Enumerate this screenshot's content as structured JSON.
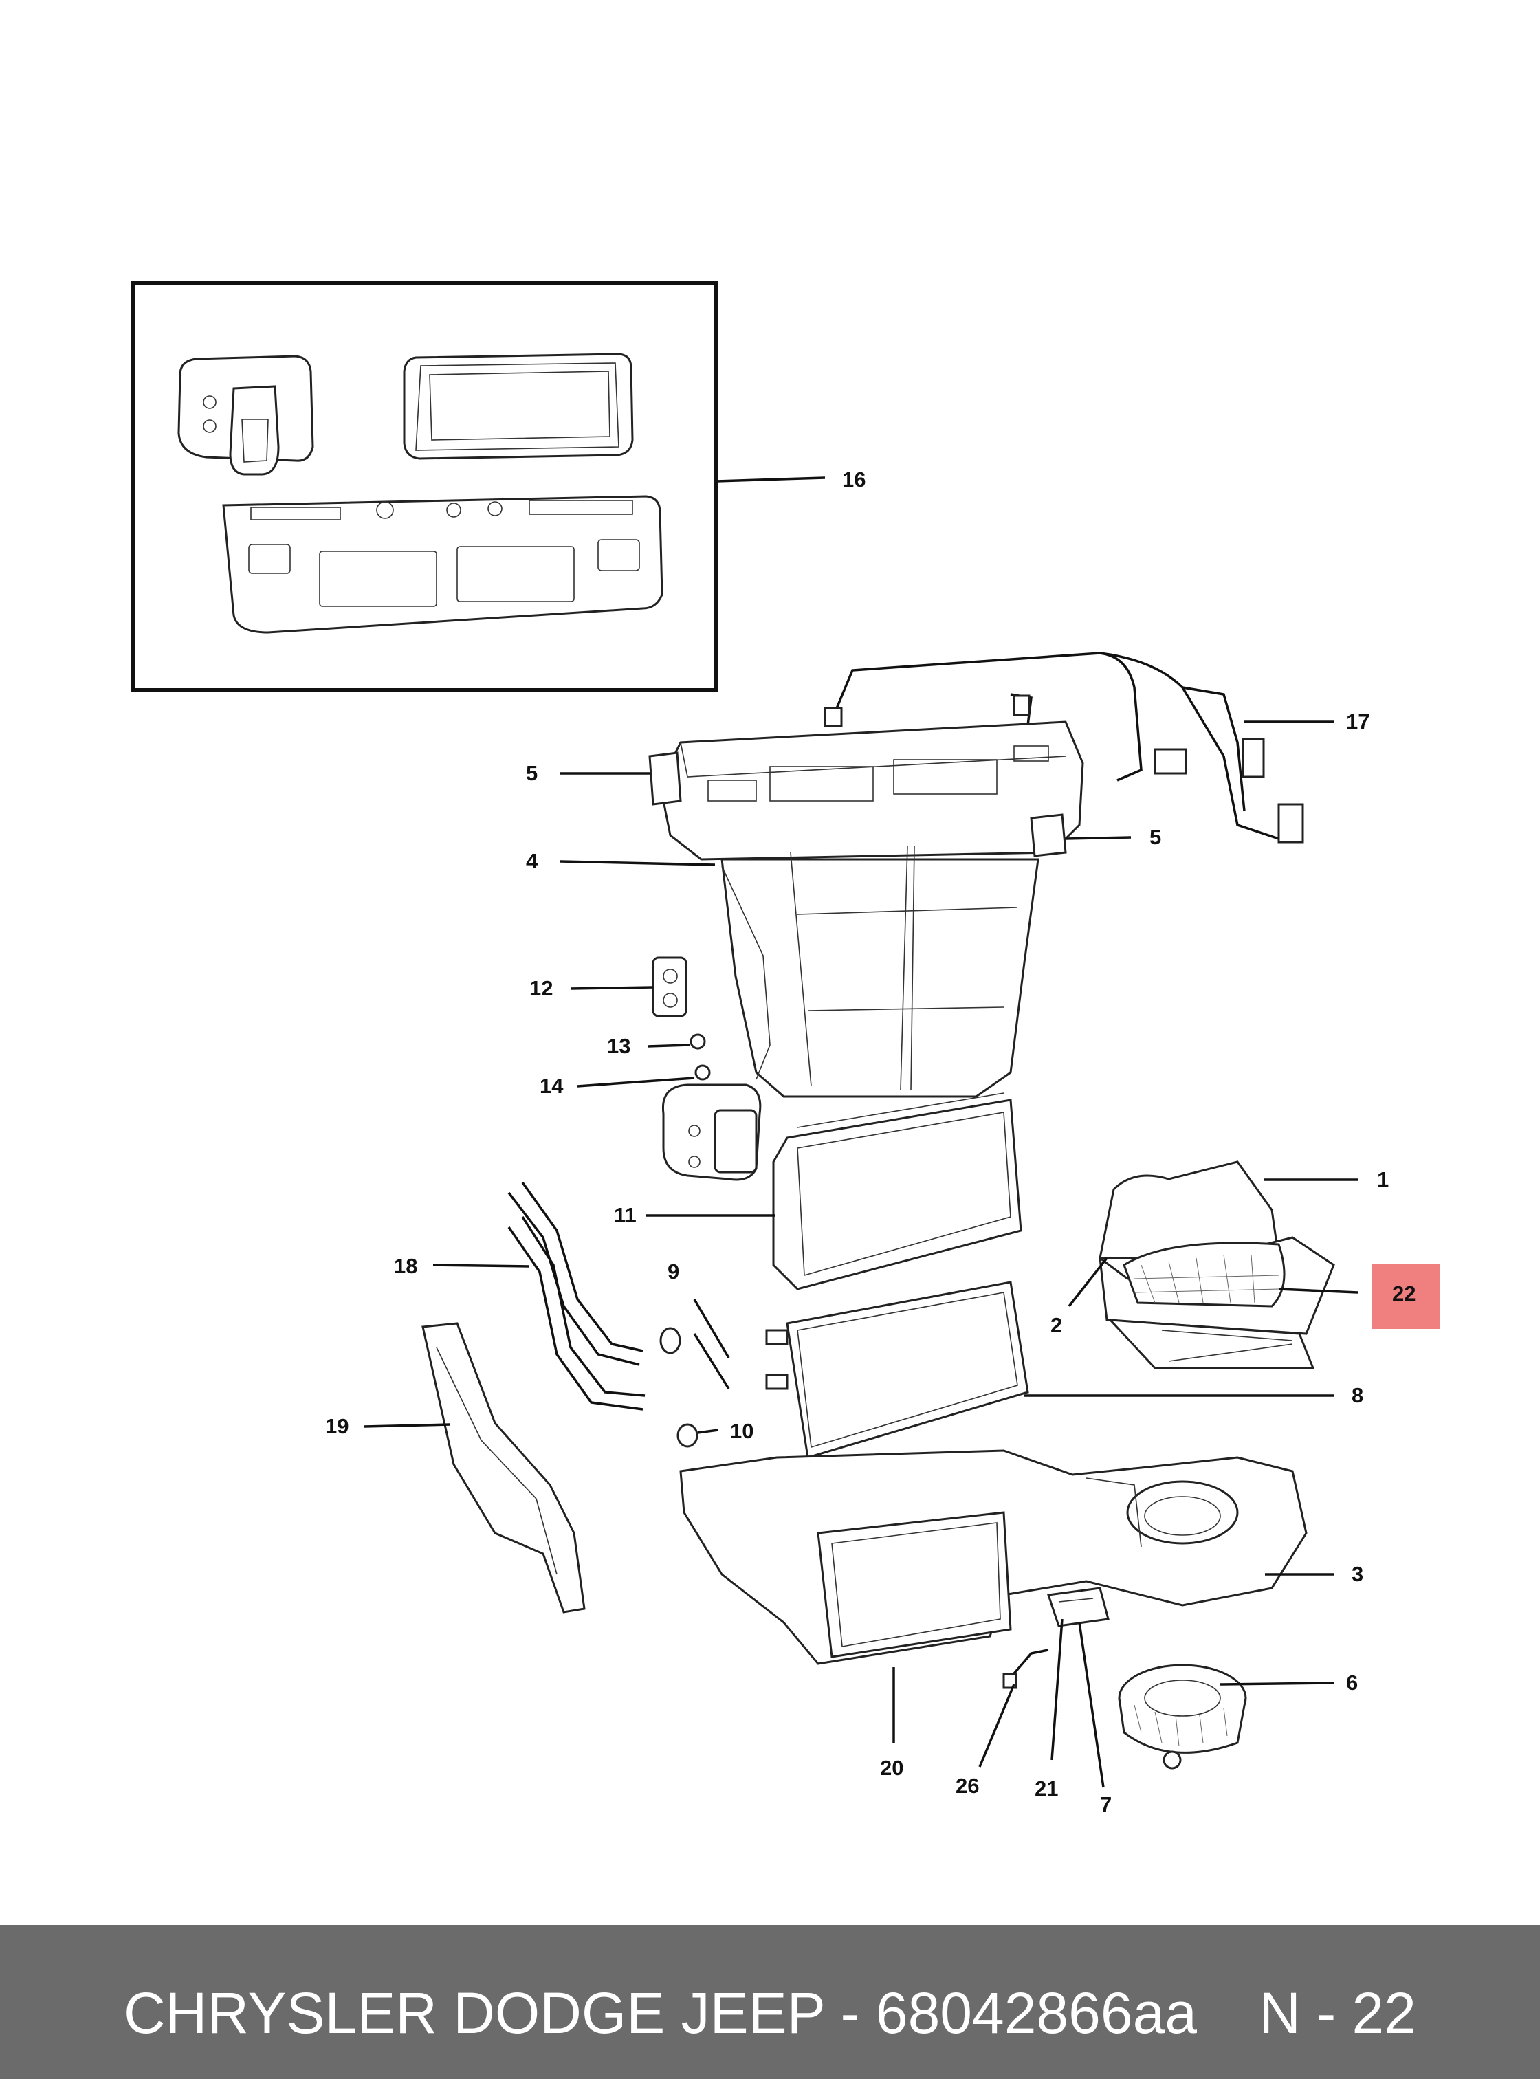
{
  "callouts": [
    {
      "id": "16",
      "label": "16"
    },
    {
      "id": "17",
      "label": "17"
    },
    {
      "id": "5a",
      "label": "5"
    },
    {
      "id": "5b",
      "label": "5"
    },
    {
      "id": "4",
      "label": "4"
    },
    {
      "id": "12",
      "label": "12"
    },
    {
      "id": "13",
      "label": "13"
    },
    {
      "id": "14",
      "label": "14"
    },
    {
      "id": "1",
      "label": "1"
    },
    {
      "id": "11",
      "label": "11"
    },
    {
      "id": "18",
      "label": "18"
    },
    {
      "id": "22",
      "label": "22",
      "highlighted": true
    },
    {
      "id": "2",
      "label": "2"
    },
    {
      "id": "9",
      "label": "9"
    },
    {
      "id": "8",
      "label": "8"
    },
    {
      "id": "19",
      "label": "19"
    },
    {
      "id": "10",
      "label": "10"
    },
    {
      "id": "3",
      "label": "3"
    },
    {
      "id": "6",
      "label": "6"
    },
    {
      "id": "20",
      "label": "20"
    },
    {
      "id": "26",
      "label": "26"
    },
    {
      "id": "21",
      "label": "21"
    },
    {
      "id": "7",
      "label": "7"
    }
  ],
  "highlight_color": "#f08080",
  "footer": {
    "brand": "CHRYSLER DODGE JEEP - 68042866aa",
    "code": "N - 22"
  }
}
